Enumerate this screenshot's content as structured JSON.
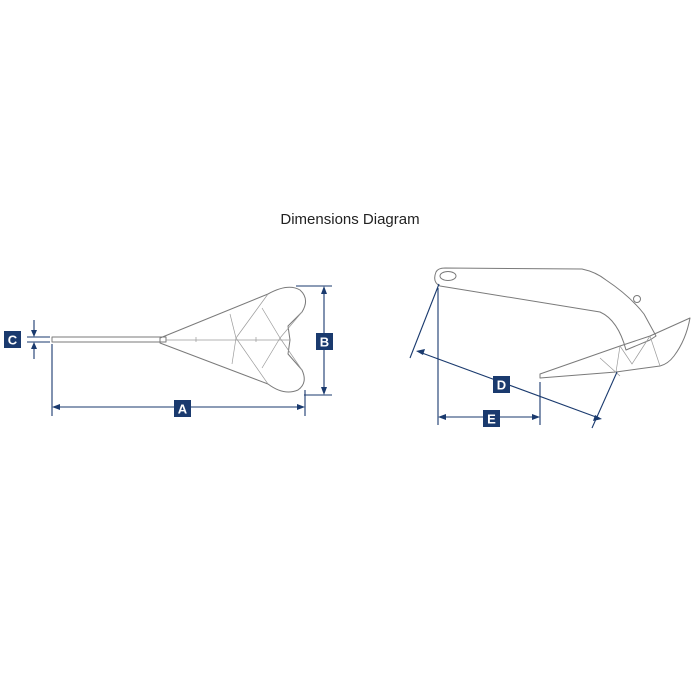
{
  "title": "Dimensions Diagram",
  "labels": {
    "a": "A",
    "b": "B",
    "c": "C",
    "d": "D",
    "e": "E"
  },
  "colors": {
    "dimension": "#1a3a6e",
    "outline": "#7a7a7a"
  }
}
